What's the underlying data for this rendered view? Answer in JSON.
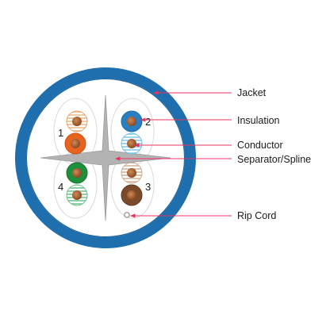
{
  "labels": {
    "jacket": "Jacket",
    "insulation": "Insulation",
    "conductor": "Conductor",
    "separator": "Separator/Spline",
    "rip_cord": "Rip Cord"
  },
  "pairs": {
    "p1": "1",
    "p2": "2",
    "p3": "3",
    "p4": "4"
  },
  "colors": {
    "jacket": "#1f6fae",
    "leader_line": "#e8335f",
    "separator": "#b3b3b3",
    "copper": "#a0522d",
    "orange": "#e8641e",
    "blue": "#2a7fc1",
    "green": "#1e8f3a",
    "brown": "#7a4a2a"
  }
}
